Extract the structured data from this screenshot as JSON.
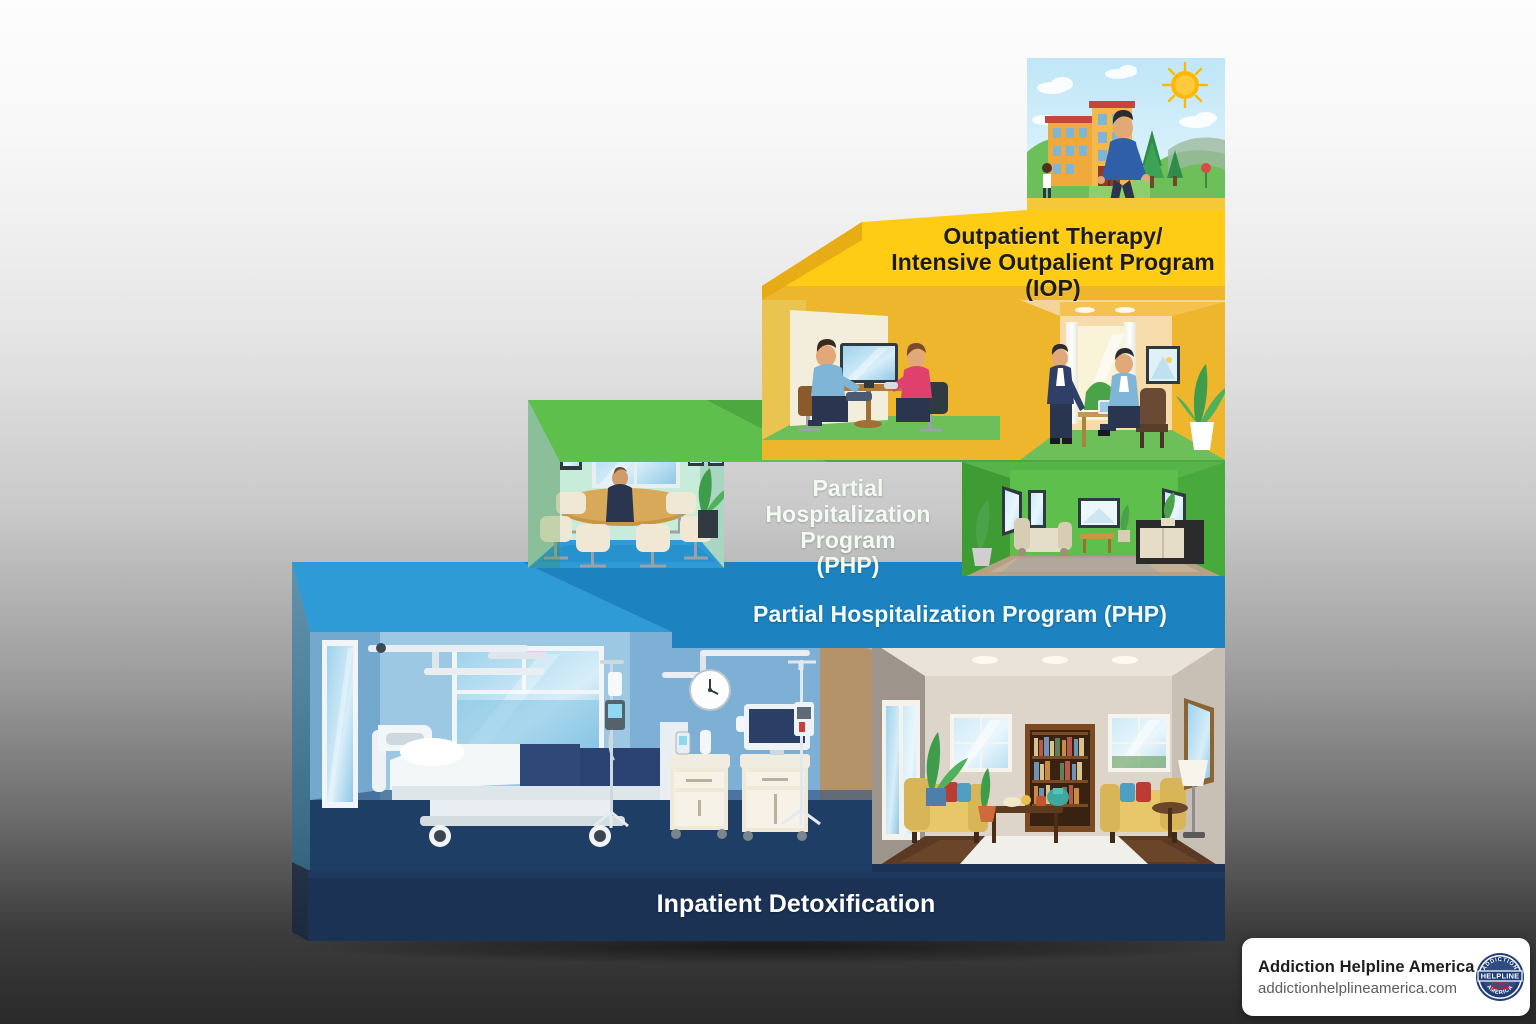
{
  "infographic": {
    "title_semantic": "levels-of-care-staircase",
    "background": {
      "top_color": "#fdfdfd",
      "bottom_color": "#2a2a2a"
    }
  },
  "tiers": [
    {
      "id": "iop",
      "label": "Outpatient Therapy/\nIntensive Outpalient Program (IOP)",
      "face_color": "#FFCC15",
      "top_color": "#F0B71E",
      "side_color": "#E6A914",
      "room_color": "#EDB62C",
      "scene": "outdoor-street-sun-walking-person",
      "scene_secondary": "office-consultation-desk-laptop"
    },
    {
      "id": "php-green",
      "label": "Partial\nHospitalization Program\n(PHP)",
      "face_color": "#4DA93F",
      "top_color": "#5FBF4C",
      "side_color": "#3E8F33",
      "room_color": "#57B448",
      "scene": "group-therapy-conference-room",
      "scene_secondary": "green-living-room-sofa-sideboard"
    },
    {
      "id": "php-blue",
      "label": "Partial Hospitalization Program (PHP)",
      "face_color": "#1C83C0",
      "top_color": "#2E9AD6",
      "side_color": "#17719F",
      "room_color": "#8FBFDE",
      "scene": "hospital-room-bed-windows",
      "scene_secondary": "medical-equipment-monitors-iv"
    },
    {
      "id": "detox",
      "label": "Inpatient Detoxification",
      "face_color": "#1B3254",
      "top_color": "#24406B",
      "side_color": "#14253F",
      "room_color": "#1C3557",
      "scene": "residential-living-room-bookshelf-sofas",
      "scene_secondary": "hospital-ward-floor"
    }
  ],
  "watermark": {
    "brand": "Addiction Helpline America",
    "url": "addictionhelplineamerica.com",
    "seal": {
      "top_arc_text": "ADDICTION",
      "banner_text": "HELPLINE",
      "bottom_arc_text": "AMERICA",
      "navy": "#1F3D78",
      "red": "#C8202F"
    }
  },
  "icons": {
    "sun": "sun-icon",
    "clock": "clock-icon",
    "monitor": "monitor-icon",
    "bookshelf": "bookshelf-icon",
    "plant": "plant-icon",
    "hospital-bed": "hospital-bed-icon",
    "iv-stand": "iv-stand-icon",
    "seal": "seal-icon"
  }
}
